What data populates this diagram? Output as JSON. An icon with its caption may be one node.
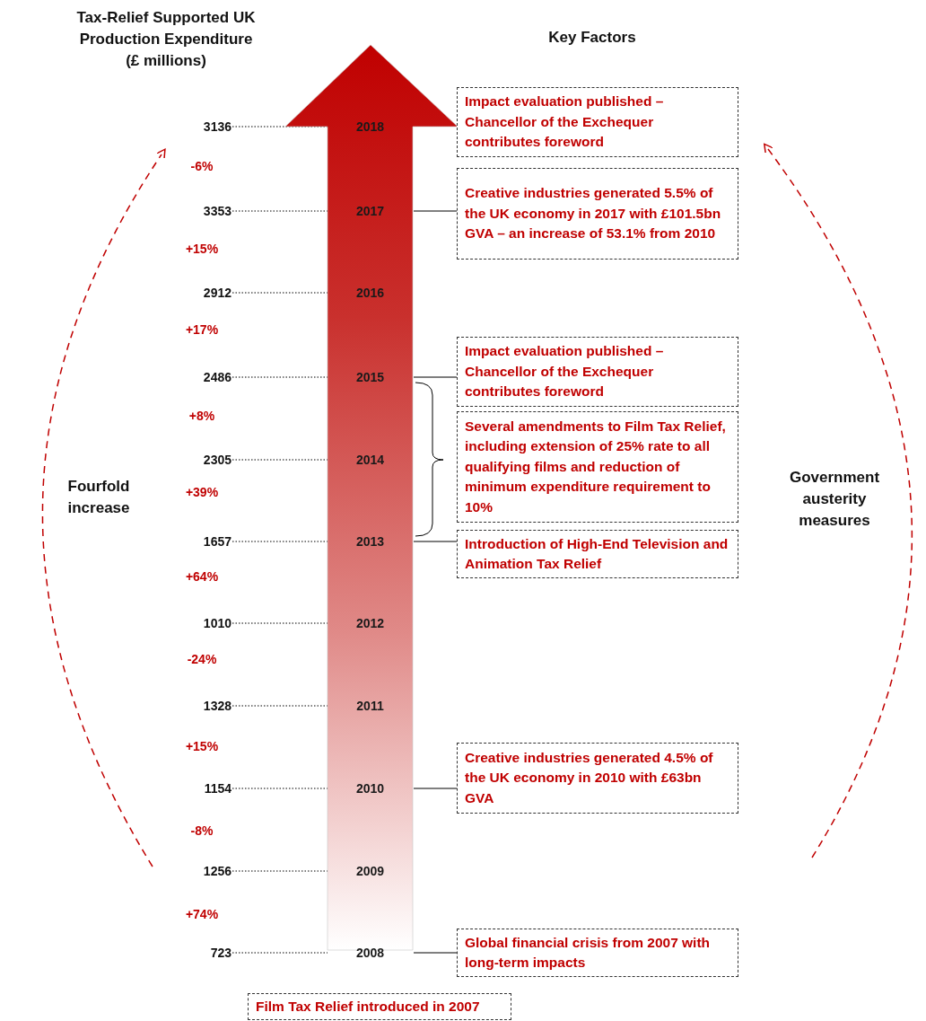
{
  "diagram": {
    "nodes": [
      {
        "text": [],
        "shape": "arrow"
      },
      {
        "text": [
          "2018"
        ],
        "in": 0
      },
      {
        "text": [
          "2017"
        ],
        "in": 0
      },
      {
        "text": [
          "2016"
        ],
        "in": 0
      },
      {
        "text": [
          "2015"
        ],
        "in": 0
      },
      {
        "text": [
          "2014"
        ],
        "in": 0
      },
      {
        "text": [
          "2013"
        ],
        "in": 0
      },
      {
        "text": [
          "2012"
        ],
        "in": 0
      },
      {
        "text": [
          "2011"
        ],
        "in": 0
      },
      {
        "text": [
          "2010"
        ],
        "in": 0
      },
      {
        "text": [
          "2009"
        ],
        "in": 0
      },
      {
        "text": [
          "2008"
        ],
        "in": 0
      },
      {
        "text": [
          "3136"
        ]
      },
      {
        "text": [
          "3353"
        ]
      },
      {
        "text": [
          "2912"
        ]
      },
      {
        "text": [
          "2486"
        ]
      },
      {
        "text": [
          "2305"
        ]
      },
      {
        "text": [
          "1657"
        ]
      },
      {
        "text": [
          "1010"
        ]
      },
      {
        "text": [
          "1328"
        ]
      },
      {
        "text": [
          "1154"
        ]
      },
      {
        "text": [
          "1256"
        ]
      },
      {
        "text": [
          "723"
        ]
      },
      {
        "text": [
          "Impact evaluation published – Chancellor of the Exchequer contributes foreword"
        ]
      },
      {
        "text": [
          "Creative industries generated 5.5% of the UK economy in 2017 with £101.5bn GVA – an increase of 53.1% from 2010"
        ]
      },
      {
        "text": [
          "Impact evaluation published – Chancellor of the Exchequer contributes foreword"
        ]
      },
      {
        "text": [
          "Several amendments to Film Tax Relief, including extension of 25% rate to all qualifying films and reduction of minimum expenditure requirement to 10%"
        ]
      },
      {
        "text": [
          "Introduction of High-End Television and Animation Tax Relief"
        ]
      },
      {
        "text": [
          "Creative industries generated 4.5% of the UK economy in 2010 with £63bn GVA"
        ]
      },
      {
        "text": [
          "Global financial crisis from 2007 with long-term impacts"
        ]
      },
      {
        "text": [
          "Film Tax Relief introduced in 2007"
        ]
      }
    ],
    "edges": [
      {
        "from": 12,
        "to": 1,
        "arrow": "none",
        "style": "dashed"
      },
      {
        "from": 13,
        "to": 2,
        "arrow": "none",
        "style": "dashed"
      },
      {
        "from": 14,
        "to": 3,
        "arrow": "none",
        "style": "dashed"
      },
      {
        "from": 15,
        "to": 4,
        "arrow": "none",
        "style": "dashed"
      },
      {
        "from": 16,
        "to": 5,
        "arrow": "none",
        "style": "dashed"
      },
      {
        "from": 17,
        "to": 6,
        "arrow": "none",
        "style": "dashed"
      },
      {
        "from": 18,
        "to": 7,
        "arrow": "none",
        "style": "dashed"
      },
      {
        "from": 19,
        "to": 8,
        "arrow": "none",
        "style": "dashed"
      },
      {
        "from": 20,
        "to": 9,
        "arrow": "none",
        "style": "dashed"
      },
      {
        "from": 21,
        "to": 10,
        "arrow": "none",
        "style": "dashed"
      },
      {
        "from": 22,
        "to": 11,
        "arrow": "none",
        "style": "dashed"
      },
      {
        "from": 2,
        "to": 24,
        "arrow": "none"
      },
      {
        "from": 4,
        "to": 25,
        "arrow": "none"
      },
      {
        "from": 6,
        "to": 27,
        "arrow": "none"
      },
      {
        "from": 9,
        "to": 28,
        "arrow": "none"
      },
      {
        "from": 11,
        "to": 29,
        "arrow": "none"
      }
    ],
    "labels": [
      "Tax-Relief Supported UK Production Expenditure (£ millions)",
      "Key Factors",
      "-6%",
      "+15%",
      "+17%",
      "+8%",
      "+39%",
      "Fourfold increase",
      "+64%",
      "-24%",
      "+15%",
      "-8%",
      "+74%",
      "Government austerity measures"
    ]
  }
}
